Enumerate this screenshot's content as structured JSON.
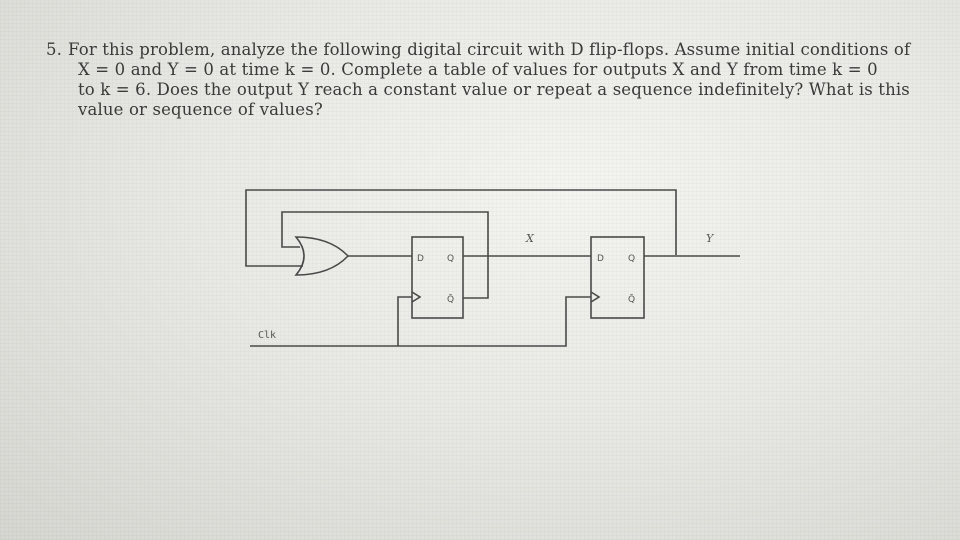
{
  "problem": {
    "number": "5.",
    "lines": [
      "For this problem, analyze the following digital circuit with D flip-flops. Assume initial conditions of",
      "X = 0 and Y = 0 at time k = 0. Complete a table of values for outputs X and Y from time k = 0",
      "to k = 6. Does the output Y reach a constant value or repeat a sequence indefinitely? What is this",
      "value or sequence of values?"
    ]
  },
  "circuit": {
    "gate_type": "or-gate",
    "flipflop1": {
      "d": "D",
      "q": "Q",
      "qbar": "Q̄"
    },
    "flipflop2": {
      "d": "D",
      "q": "Q",
      "qbar": "Q̄"
    },
    "signal_x": "X",
    "signal_y": "Y",
    "clock": "Clk"
  }
}
